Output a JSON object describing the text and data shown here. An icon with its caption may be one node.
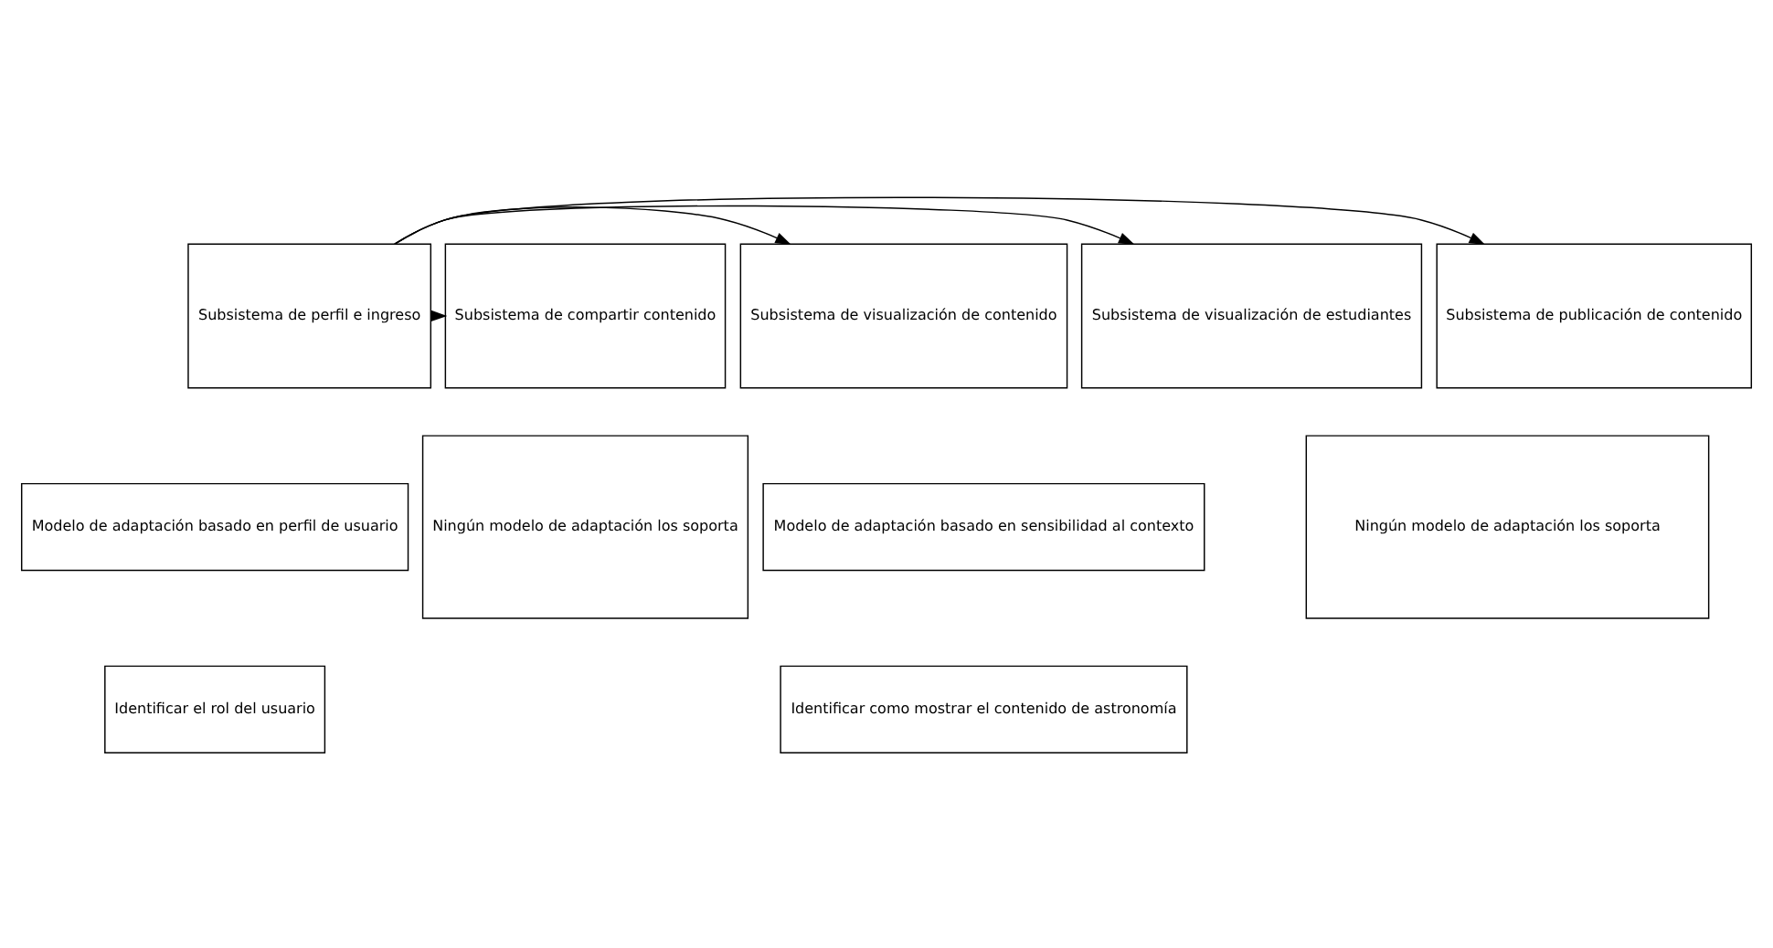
{
  "diagram": {
    "nodes": [
      {
        "text": [
          "Subsistema de perfil e ingreso"
        ]
      },
      {
        "text": [
          "Subsistema de publicación de contenido"
        ]
      },
      {
        "text": [
          "Subsistema de visualización de estudiantes"
        ]
      },
      {
        "text": [
          "Subsistema de visualización de contenido"
        ]
      },
      {
        "text": [
          "Subsistema de compartir contenido"
        ]
      },
      {
        "text": [
          "Modelo de adaptación basado en perfil de usuario"
        ]
      },
      {
        "text": [
          "Identificar el rol del usuario"
        ]
      },
      {
        "text": [
          "Ningún modelo de adaptación los soporta"
        ]
      },
      {
        "text": [
          "Modelo de adaptación basado en sensibilidad al contexto"
        ]
      },
      {
        "text": [
          "Identificar como mostrar el contenido de astronomía"
        ]
      },
      {
        "text": [
          "Ningún modelo de adaptación los soporta"
        ]
      }
    ],
    "edges": [
      {
        "from": 0,
        "to": 1,
        "arrow": "to"
      },
      {
        "from": 0,
        "to": 2,
        "arrow": "to"
      },
      {
        "from": 0,
        "to": 3,
        "arrow": "to"
      },
      {
        "from": 0,
        "to": 4,
        "arrow": "to"
      }
    ]
  }
}
